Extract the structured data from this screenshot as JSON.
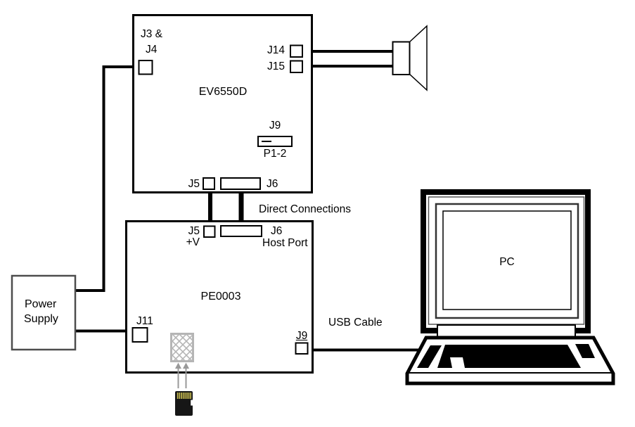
{
  "boards": {
    "ev6550d": {
      "title": "EV6550D",
      "j3j4_line1": "J3 &",
      "j3j4_line2": "J4",
      "j14": "J14",
      "j15": "J15",
      "j9": "J9",
      "j9_jumper": "P1-2",
      "j5": "J5",
      "j6": "J6"
    },
    "pe0003": {
      "title": "PE0003",
      "j5": "J5",
      "j5_note": "+V",
      "j6": "J6",
      "j6_note": "Host Port",
      "j11": "J11",
      "j9": "J9"
    }
  },
  "power_supply": {
    "line1": "Power",
    "line2": "Supply"
  },
  "pc": {
    "label": "PC"
  },
  "labels": {
    "direct_connections": "Direct Connections",
    "usb_cable": "USB Cable"
  },
  "colors": {
    "line": "#000000",
    "power_border": "#4d4d4d",
    "hatch_gray": "#b5b5b5",
    "arrow_gray": "#999999",
    "sd_body": "#161616",
    "sd_pins": "#c6ba50",
    "text": "#000000"
  }
}
